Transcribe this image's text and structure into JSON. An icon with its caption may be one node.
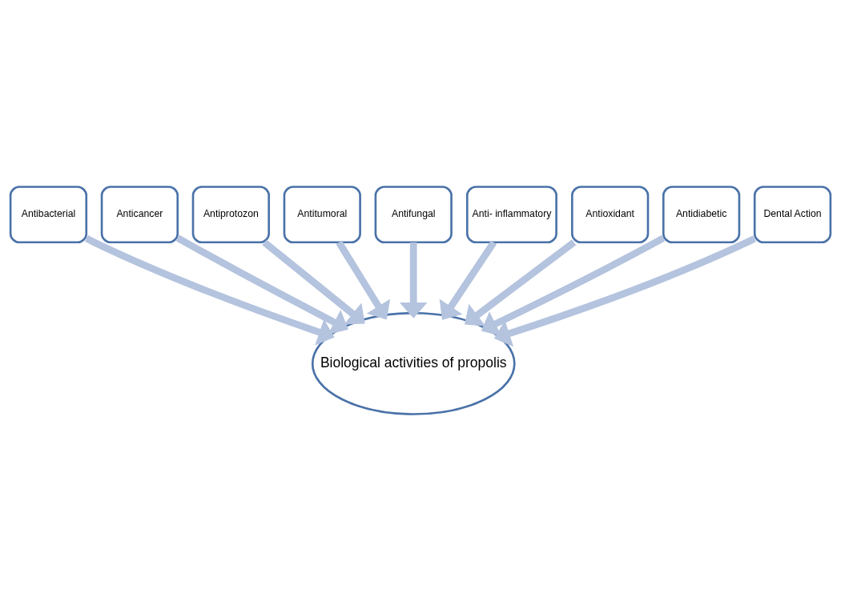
{
  "diagram": {
    "nodes": [
      {
        "text": [
          "Antibacterial"
        ]
      },
      {
        "text": [
          "Anticancer"
        ]
      },
      {
        "text": [
          "Antiprotozon"
        ]
      },
      {
        "text": [
          "Antitumoral"
        ]
      },
      {
        "text": [
          "Antifungal"
        ]
      },
      {
        "text": [
          "Anti- inflammatory"
        ]
      },
      {
        "text": [
          "Antioxidant"
        ]
      },
      {
        "text": [
          "Antidiabetic"
        ]
      },
      {
        "text": [
          "Dental Action"
        ]
      },
      {
        "text": [
          "Biological activities of propolis"
        ]
      }
    ],
    "edges": [
      {
        "from": 0,
        "to": 9,
        "arrow": "to"
      },
      {
        "from": 1,
        "to": 9,
        "arrow": "to"
      },
      {
        "from": 2,
        "to": 9,
        "arrow": "to"
      },
      {
        "from": 3,
        "to": 9,
        "arrow": "to"
      },
      {
        "from": 4,
        "to": 9,
        "arrow": "to"
      },
      {
        "from": 5,
        "to": 9,
        "arrow": "to"
      },
      {
        "from": 6,
        "to": 9,
        "arrow": "to"
      },
      {
        "from": 7,
        "to": 9,
        "arrow": "to"
      },
      {
        "from": 8,
        "to": 9,
        "arrow": "to"
      }
    ]
  }
}
